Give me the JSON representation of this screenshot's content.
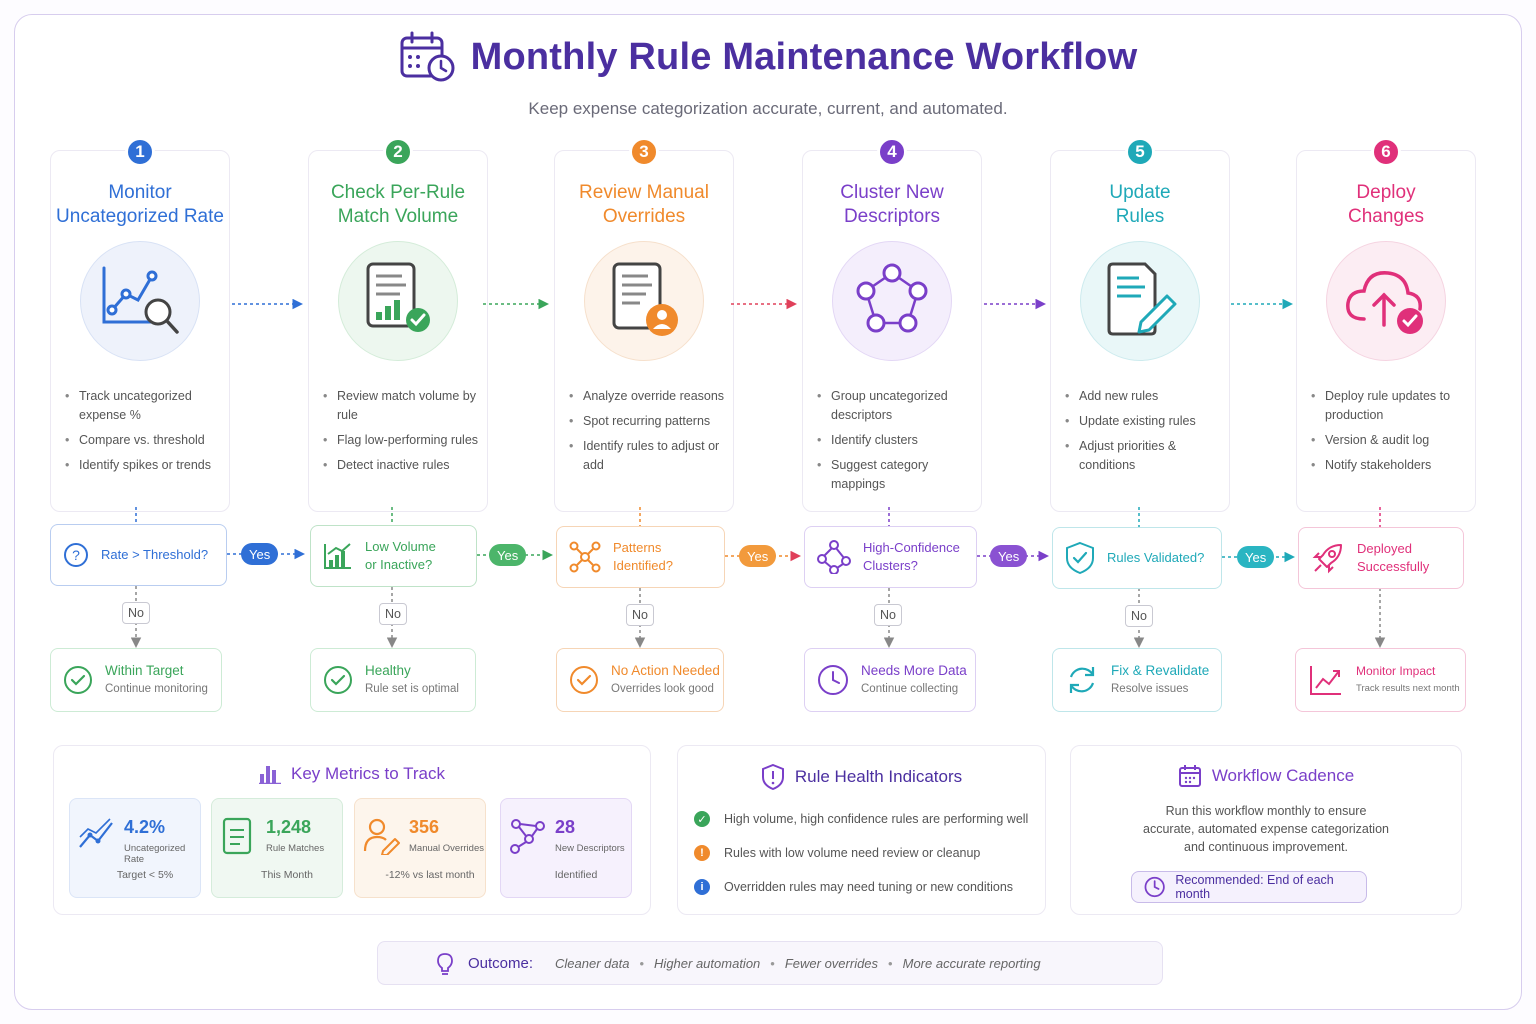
{
  "header": {
    "title": "Monthly Rule Maintenance Workflow",
    "subtitle": "Keep expense categorization accurate, current, and automated.",
    "icon": "calendar-clock-icon"
  },
  "steps": [
    {
      "number": "1",
      "title_line1": "Monitor",
      "title_line2": "Uncategorized Rate",
      "color": "#2f6fd6",
      "icon": "chart-search-icon",
      "bullets": [
        "Track uncategorized expense %",
        "Compare vs. threshold",
        "Identify spikes or trends"
      ],
      "decision": {
        "line1": "Rate > Threshold?",
        "line2": ""
      },
      "yes": "Yes",
      "no": "No",
      "result": {
        "title": "Within Target",
        "desc": "Continue monitoring"
      }
    },
    {
      "number": "2",
      "title_line1": "Check Per-Rule",
      "title_line2": "Match Volume",
      "color": "#3aa55a",
      "icon": "report-check-icon",
      "bullets": [
        "Review match volume by rule",
        "Flag low-performing rules",
        "Detect inactive rules"
      ],
      "decision": {
        "line1": "Low Volume",
        "line2": "or Inactive?"
      },
      "yes": "Yes",
      "no": "No",
      "result": {
        "title": "Healthy",
        "desc": "Rule set is optimal"
      }
    },
    {
      "number": "3",
      "title_line1": "Review Manual",
      "title_line2": "Overrides",
      "color": "#f08a2c",
      "icon": "document-user-icon",
      "bullets": [
        "Analyze override reasons",
        "Spot recurring patterns",
        "Identify rules to adjust or add"
      ],
      "decision": {
        "line1": "Patterns",
        "line2": "Identified?"
      },
      "yes": "Yes",
      "no": "No",
      "result": {
        "title": "No Action Needed",
        "desc": "Overrides look good"
      }
    },
    {
      "number": "4",
      "title_line1": "Cluster New",
      "title_line2": "Descriptors",
      "color": "#7a3fc9",
      "icon": "cluster-icon",
      "bullets": [
        "Group uncategorized descriptors",
        "Identify clusters",
        "Suggest category mappings"
      ],
      "decision": {
        "line1": "High-Confidence",
        "line2": "Clusters?"
      },
      "yes": "Yes",
      "no": "No",
      "result": {
        "title": "Needs More Data",
        "desc": "Continue collecting"
      }
    },
    {
      "number": "5",
      "title_line1": "Update",
      "title_line2": "Rules",
      "color": "#1fa9b8",
      "icon": "document-edit-icon",
      "bullets": [
        "Add new rules",
        "Update existing rules",
        "Adjust priorities & conditions"
      ],
      "decision": {
        "line1": "Rules Validated?",
        "line2": ""
      },
      "yes": "Yes",
      "no": "No",
      "result": {
        "title": "Fix & Revalidate",
        "desc": "Resolve issues"
      }
    },
    {
      "number": "6",
      "title_line1": "Deploy",
      "title_line2": "Changes",
      "color": "#e0307a",
      "icon": "cloud-upload-icon",
      "bullets": [
        "Deploy rule updates to production",
        "Version & audit log",
        "Notify stakeholders"
      ],
      "decision": {
        "line1": "Deployed",
        "line2": "Successfully"
      },
      "result": {
        "title": "Monitor Impact",
        "desc": "Track results next month"
      }
    }
  ],
  "metrics": {
    "title": "Key Metrics to Track",
    "items": [
      {
        "value": "4.2%",
        "label": "Uncategorized Rate",
        "sub": "Target < 5%",
        "color": "#2f6fd6"
      },
      {
        "value": "1,248",
        "label": "Rule Matches",
        "sub": "This Month",
        "color": "#3aa55a"
      },
      {
        "value": "356",
        "label": "Manual Overrides",
        "sub": "-12% vs last month",
        "color": "#f08a2c"
      },
      {
        "value": "28",
        "label": "New Descriptors",
        "sub": "Identified",
        "color": "#7a3fc9"
      }
    ]
  },
  "health": {
    "title": "Rule Health Indicators",
    "items": [
      {
        "text": "High volume, high confidence rules are performing well",
        "symbol": "✓",
        "color": "#3aa55a"
      },
      {
        "text": "Rules with low volume need review or cleanup",
        "symbol": "!",
        "color": "#f08a2c"
      },
      {
        "text": "Overridden rules may need tuning or new conditions",
        "symbol": "i",
        "color": "#2f6fd6"
      }
    ]
  },
  "cadence": {
    "title": "Workflow Cadence",
    "line1": "Run this workflow monthly to ensure",
    "line2": "accurate, automated expense categorization",
    "line3": "and continuous improvement.",
    "recommended": "Recommended: End of each month"
  },
  "outcome": {
    "label": "Outcome:",
    "items": [
      "Cleaner data",
      "Higher automation",
      "Fewer overrides",
      "More accurate reporting"
    ]
  }
}
